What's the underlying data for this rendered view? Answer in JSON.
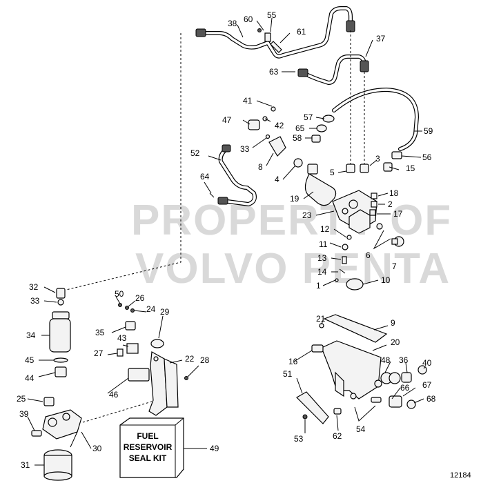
{
  "watermark": {
    "line1": "PROPERTY OF",
    "line2": "VOLVO PENTA"
  },
  "reference_number": "12184",
  "kit_box": {
    "line1": "FUEL",
    "line2": "RESERVOIR",
    "line3": "SEAL KIT",
    "callout": "49"
  },
  "callouts": {
    "c1": "1",
    "c2": "2",
    "c3": "3",
    "c4": "4",
    "c5": "5",
    "c6": "6",
    "c7": "7",
    "c8": "8",
    "c9": "9",
    "c10": "10",
    "c11": "11",
    "c12": "12",
    "c13": "13",
    "c14": "14",
    "c15": "15",
    "c16": "16",
    "c17": "17",
    "c18": "18",
    "c19": "19",
    "c20": "20",
    "c21": "21",
    "c22": "22",
    "c23": "23",
    "c24": "24",
    "c25": "25",
    "c26": "26",
    "c27": "27",
    "c28": "28",
    "c29": "29",
    "c30": "30",
    "c31": "31",
    "c32": "32",
    "c33a": "33",
    "c33b": "33",
    "c34": "34",
    "c35": "35",
    "c36": "36",
    "c37": "37",
    "c38": "38",
    "c39": "39",
    "c40": "40",
    "c41": "41",
    "c42": "42",
    "c43": "43",
    "c44": "44",
    "c45": "45",
    "c46": "46",
    "c47": "47",
    "c48": "48",
    "c50": "50",
    "c51": "51",
    "c52": "52",
    "c53": "53",
    "c54": "54",
    "c55": "55",
    "c56": "56",
    "c57": "57",
    "c58": "58",
    "c59": "59",
    "c60": "60",
    "c61": "61",
    "c62": "62",
    "c63": "63",
    "c64": "64",
    "c65": "65",
    "c66": "66",
    "c67": "67",
    "c68": "68"
  }
}
